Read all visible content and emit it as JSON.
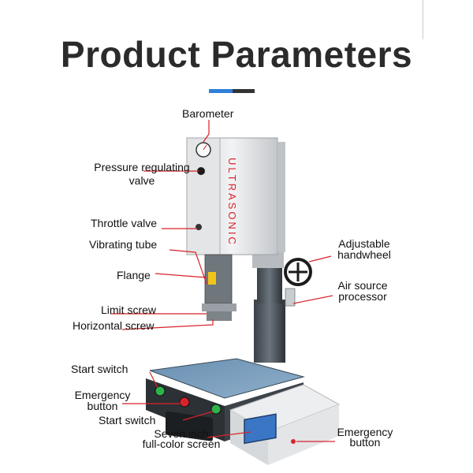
{
  "title": "Product Parameters",
  "colors": {
    "accent_blue": "#2e7fd9",
    "accent_dark": "#333333",
    "leader_red": "#d8232a"
  },
  "machine": {
    "brand_text": "ULTRASONIC"
  },
  "labels": {
    "barometer": "Barometer",
    "pressure_valve": "Pressure regulating\nvalve",
    "throttle_valve": "Throttle valve",
    "vibrating_tube": "Vibrating tube",
    "flange": "Flange",
    "limit_screw": "Limit screw",
    "horizontal_screw": "Horizontal screw",
    "adjustable_handwheel": "Adjustable\nhandwheel",
    "air_source": "Air source\nprocessor",
    "start_switch_1": "Start switch",
    "emergency_button_1": "Emergency\nbutton",
    "start_switch_2": "Start switch",
    "screen": "Seven inch\nfull-color screen",
    "emergency_button_2": "Emergency\nbutton"
  }
}
